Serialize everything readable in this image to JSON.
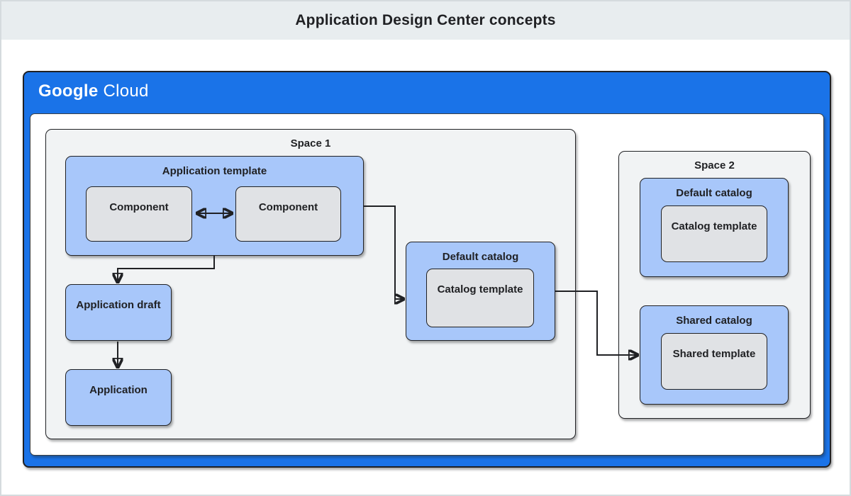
{
  "page": {
    "title": "Application Design Center concepts"
  },
  "brand": {
    "google": "Google",
    "cloud": "Cloud"
  },
  "colors": {
    "blue_frame": "#1a73e8",
    "node_blue": "#a8c7fa",
    "node_gray": "#e0e2e5",
    "surface_gray": "#f1f3f4",
    "titlebar_gray": "#e8edef",
    "border_dark": "#202124",
    "text_dark": "#202124"
  },
  "diagram": {
    "space1": {
      "label": "Space 1",
      "application_template": {
        "label": "Application template",
        "components": [
          "Component",
          "Component"
        ]
      },
      "application_draft": {
        "label": "Application draft"
      },
      "application": {
        "label": "Application"
      },
      "default_catalog": {
        "label": "Default catalog",
        "catalog_template": {
          "label": "Catalog template"
        }
      }
    },
    "space2": {
      "label": "Space 2",
      "default_catalog": {
        "label": "Default catalog",
        "catalog_template": {
          "label": "Catalog template"
        }
      },
      "shared_catalog": {
        "label": "Shared catalog",
        "shared_template": {
          "label": "Shared template"
        }
      }
    }
  }
}
